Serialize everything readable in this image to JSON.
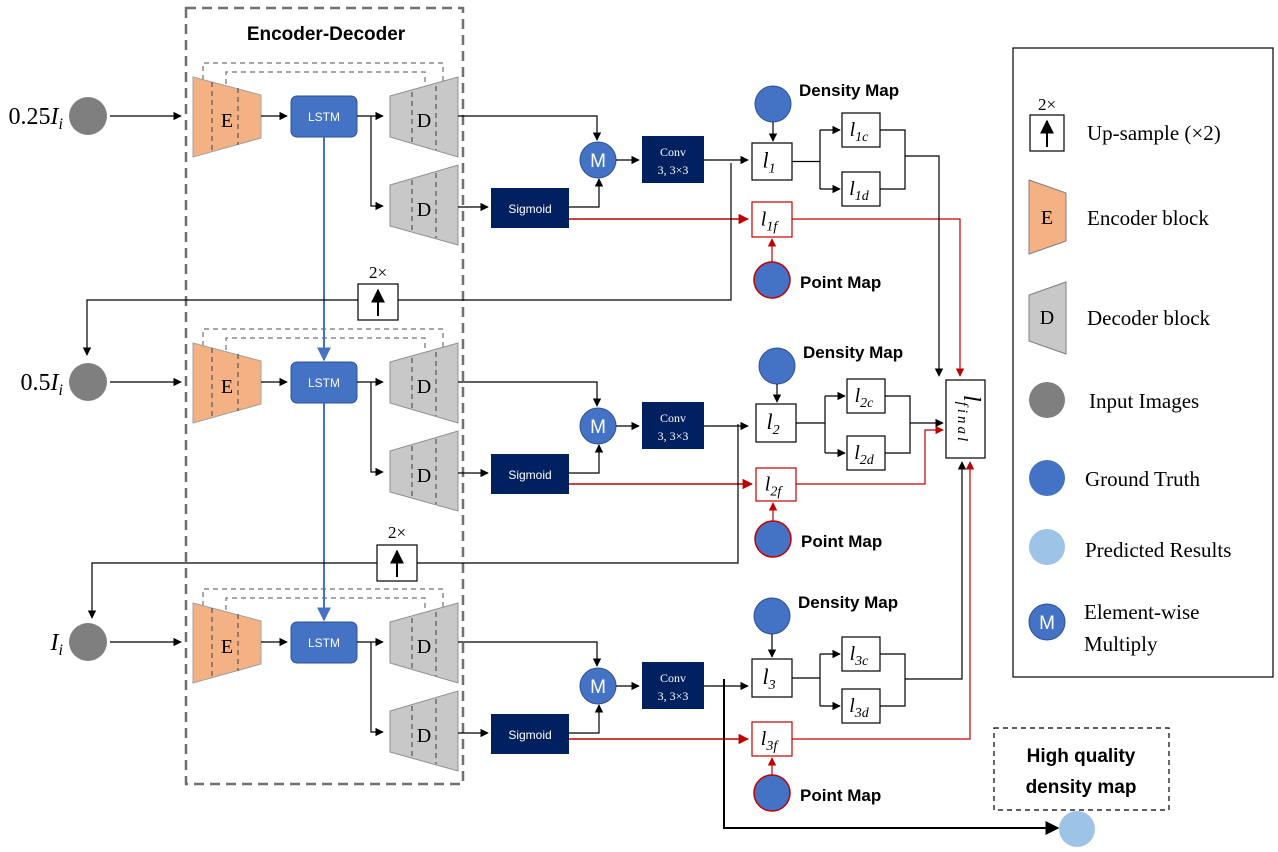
{
  "encoder_decoder_title": "Encoder-Decoder",
  "inputs": {
    "in1": {
      "main": "0.25",
      "var": "I",
      "sub": "i"
    },
    "in2": {
      "main": "0.5",
      "var": "I",
      "sub": "i"
    },
    "in3": {
      "main": "",
      "var": "I",
      "sub": "i"
    }
  },
  "labels": {
    "encoder": "E",
    "decoder": "D",
    "lstm": "LSTM",
    "multiply": "M",
    "sigmoid": "Sigmoid",
    "conv_line1": "Conv",
    "conv_line2": "3, 3×3",
    "density_map": "Density Map",
    "point_map": "Point Map",
    "upsample_factor": "2×",
    "loss_symbol": "l",
    "final_sub": "final",
    "high_quality_line1": "High quality",
    "high_quality_line2": "density map"
  },
  "loss_subscripts": {
    "s1": {
      "main": "1",
      "c": "1c",
      "d": "1d",
      "f": "1f"
    },
    "s2": {
      "main": "2",
      "c": "2c",
      "d": "2d",
      "f": "2f"
    },
    "s3": {
      "main": "3",
      "c": "3c",
      "d": "3d",
      "f": "3f"
    }
  },
  "legend": {
    "upsample_factor": "2×",
    "upsample": "Up-sample (×2)",
    "encoder_letter": "E",
    "encoder": "Encoder block",
    "decoder_letter": "D",
    "decoder": "Decoder block",
    "input_images": "Input Images",
    "ground_truth": "Ground Truth",
    "predicted": "Predicted Results",
    "multiply_letter": "M",
    "multiply_line1": "Element-wise",
    "multiply_line2": "Multiply"
  },
  "colors": {
    "encoder_fill": "#f4b183",
    "decoder_fill": "#c8c8c8",
    "lstm_fill": "#4472c4",
    "conv_fill": "#002060",
    "input_gray": "#7f7f7f",
    "ground_truth_blue": "#4472c4",
    "predicted_blue": "#9dc3e6",
    "red_arrow": "#c00000",
    "blue_arrow": "#4472c4"
  }
}
